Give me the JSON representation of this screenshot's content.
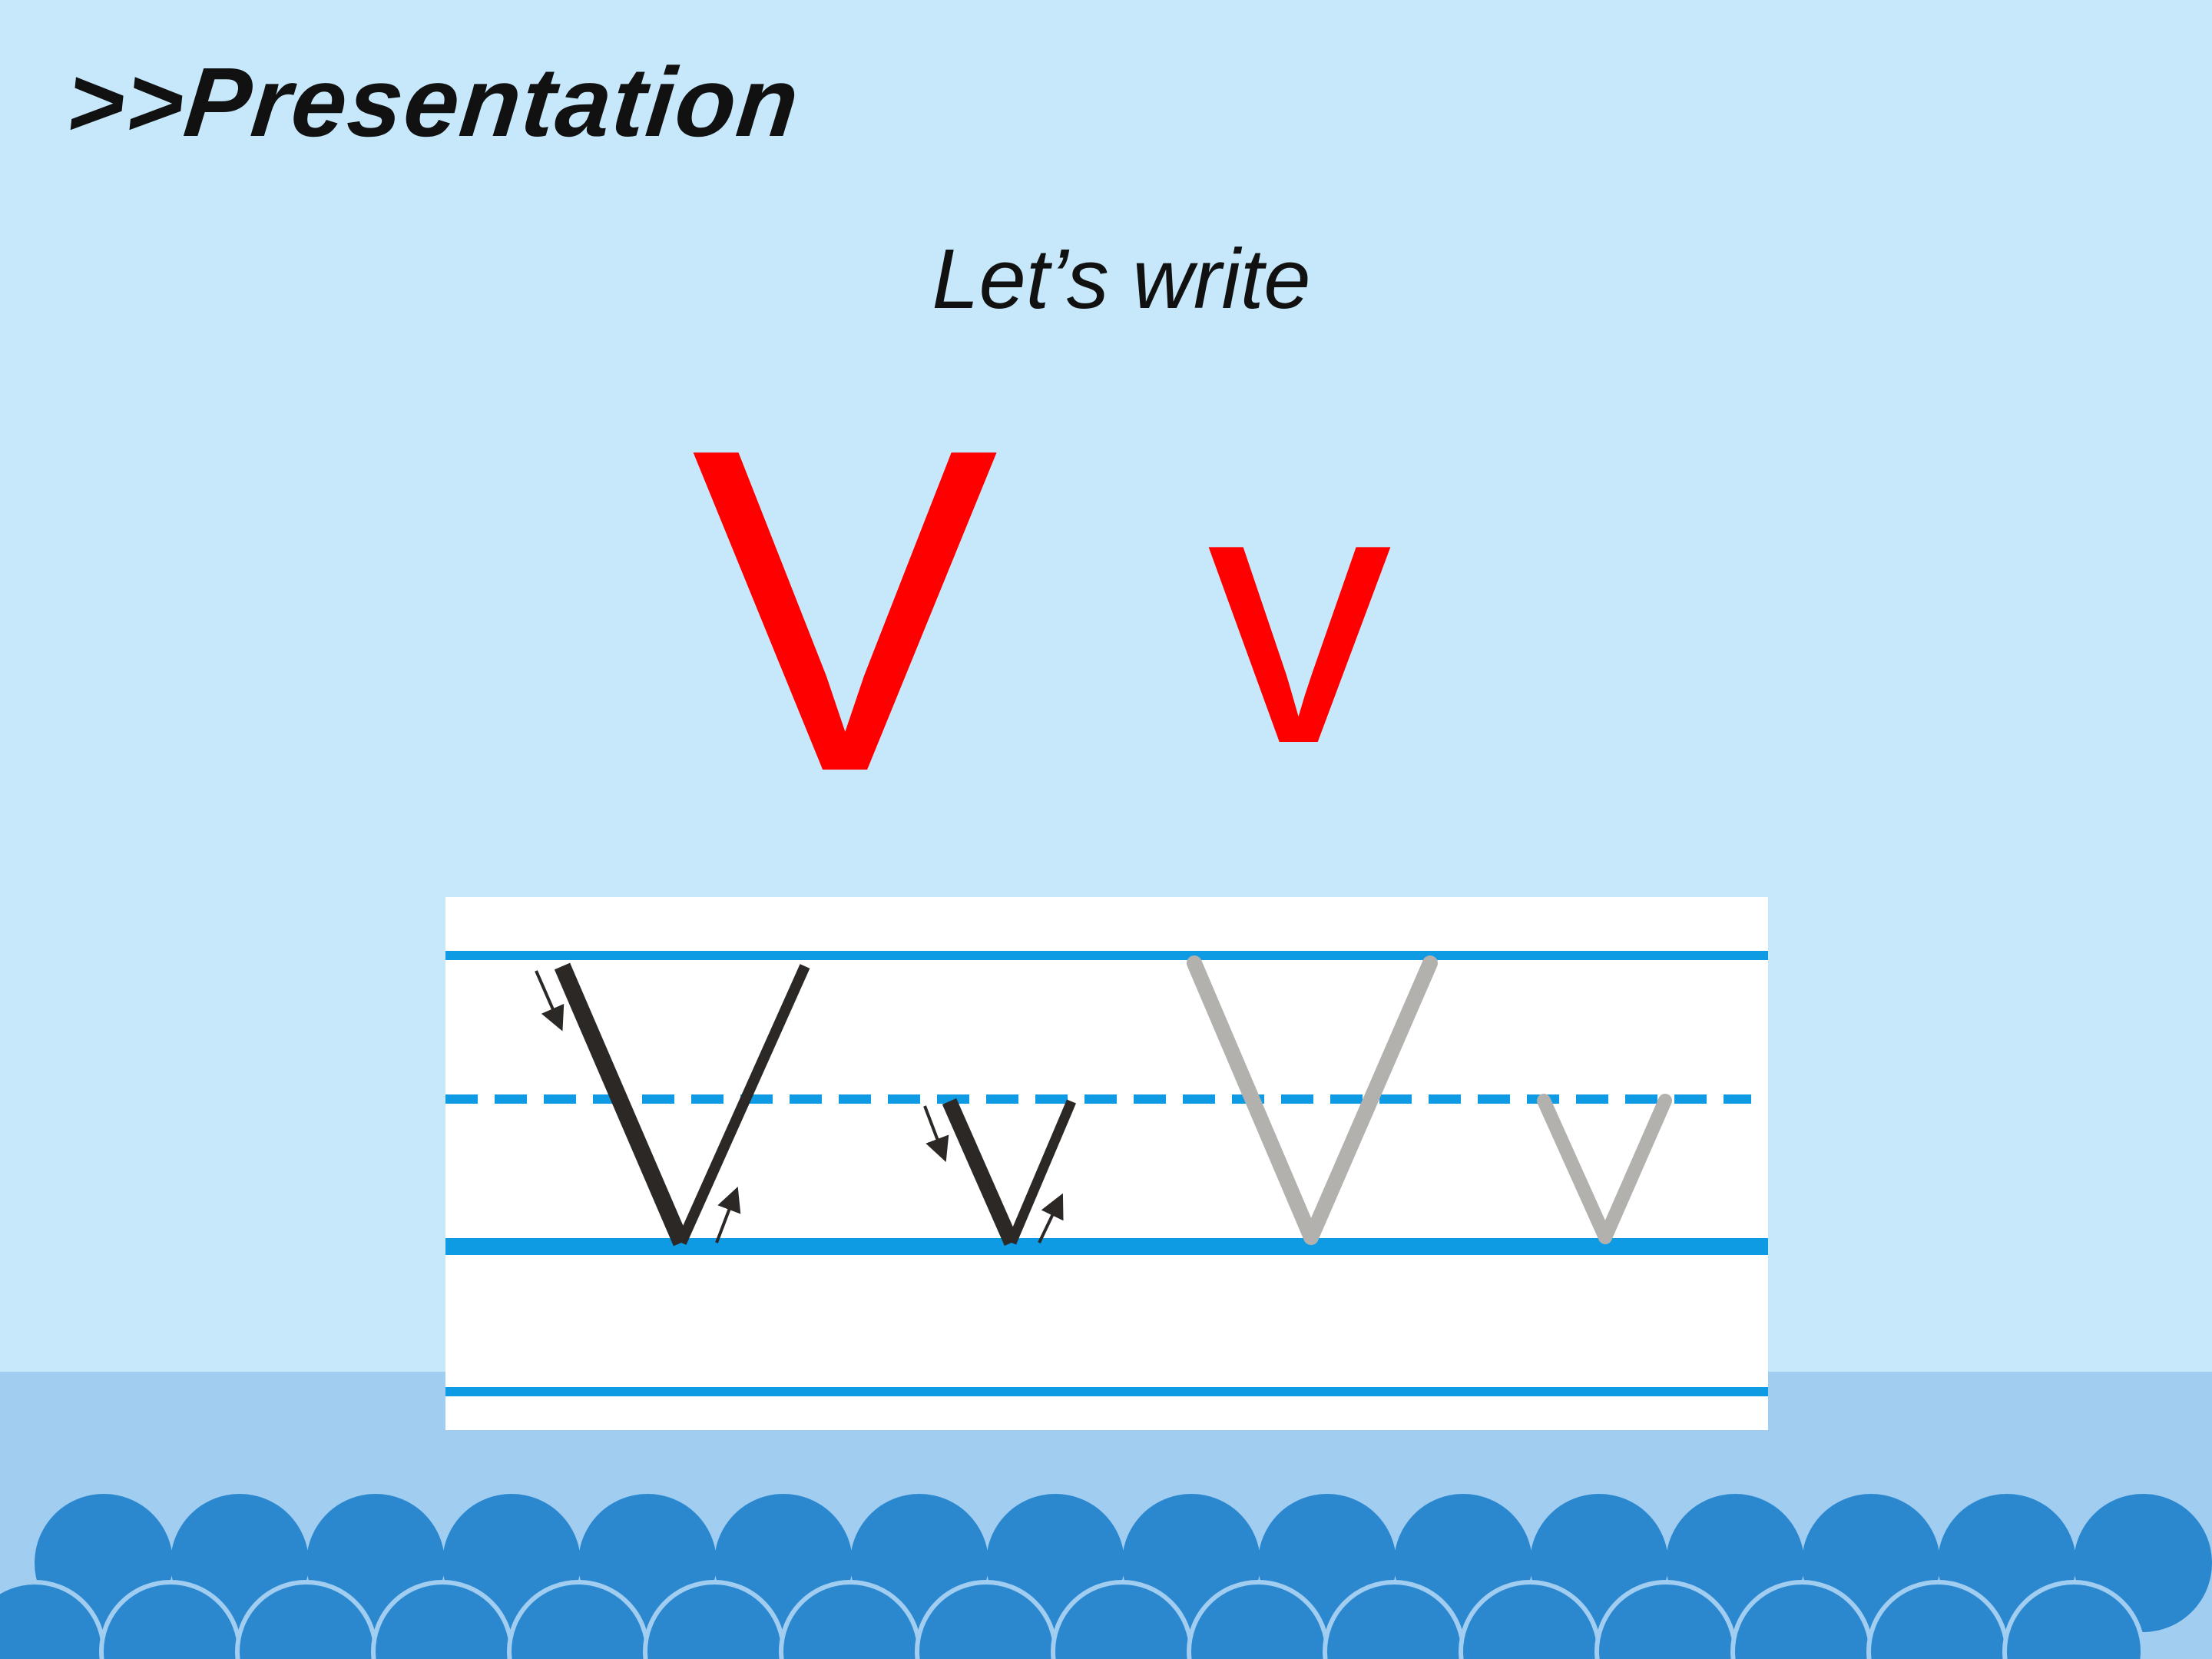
{
  "slide": {
    "heading": ">>Presentation",
    "subtitle": "Let’s write",
    "letters": {
      "uppercase": "V",
      "lowercase": "v"
    }
  },
  "colors": {
    "background": "#c6e8fa",
    "bottom_band": "#a1cdf1",
    "scallop": "#2b88cf",
    "letter_red": "#ff0000",
    "guide_line": "#0e9be3",
    "stroke_dark": "#2b2826",
    "stroke_gray": "#b3b1ad"
  },
  "icons": [
    "stroke-direction-arrow-icon"
  ]
}
